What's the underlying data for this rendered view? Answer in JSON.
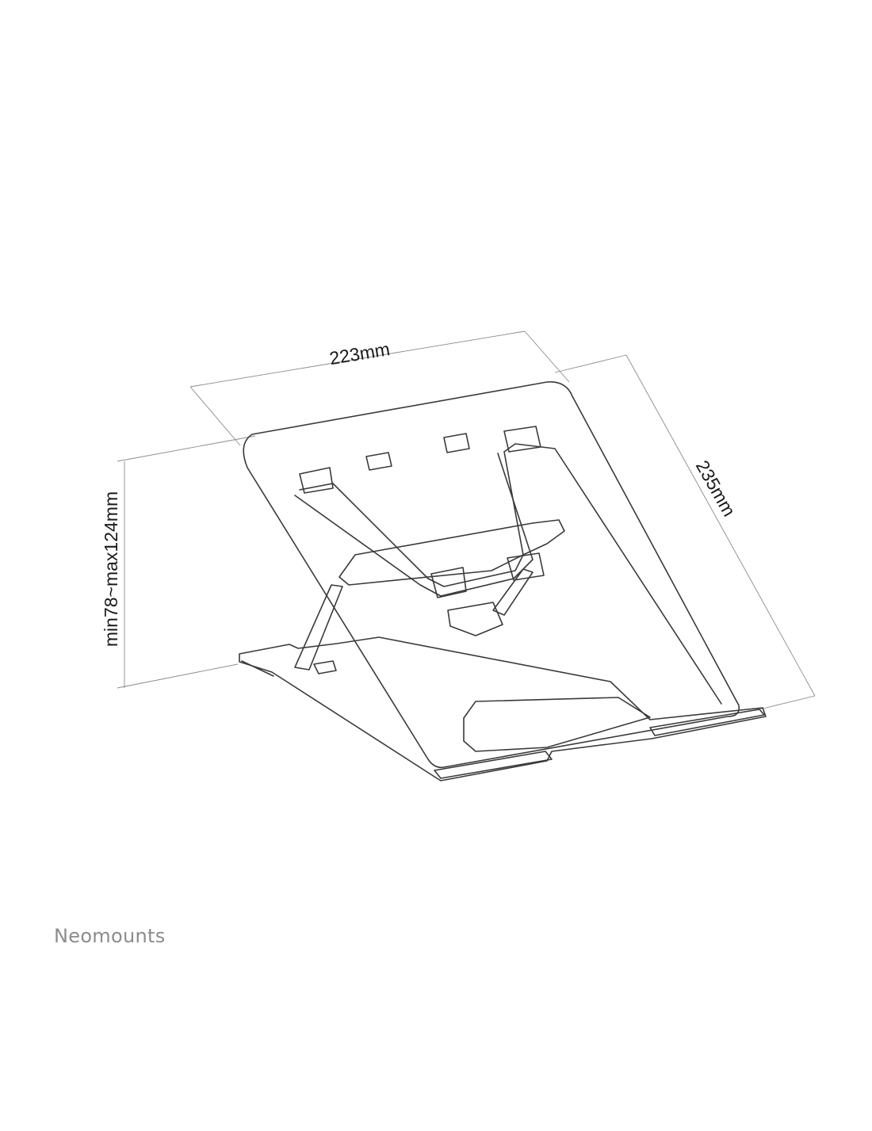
{
  "dimensions": {
    "width": "223mm",
    "depth": "235mm",
    "height": "min78~max124mm"
  },
  "brand": {
    "name": "Neomounts",
    "color": "#8c8c8c"
  },
  "colors": {
    "outline": "#3a3a3a",
    "dimension_line": "#8a8a8a"
  }
}
